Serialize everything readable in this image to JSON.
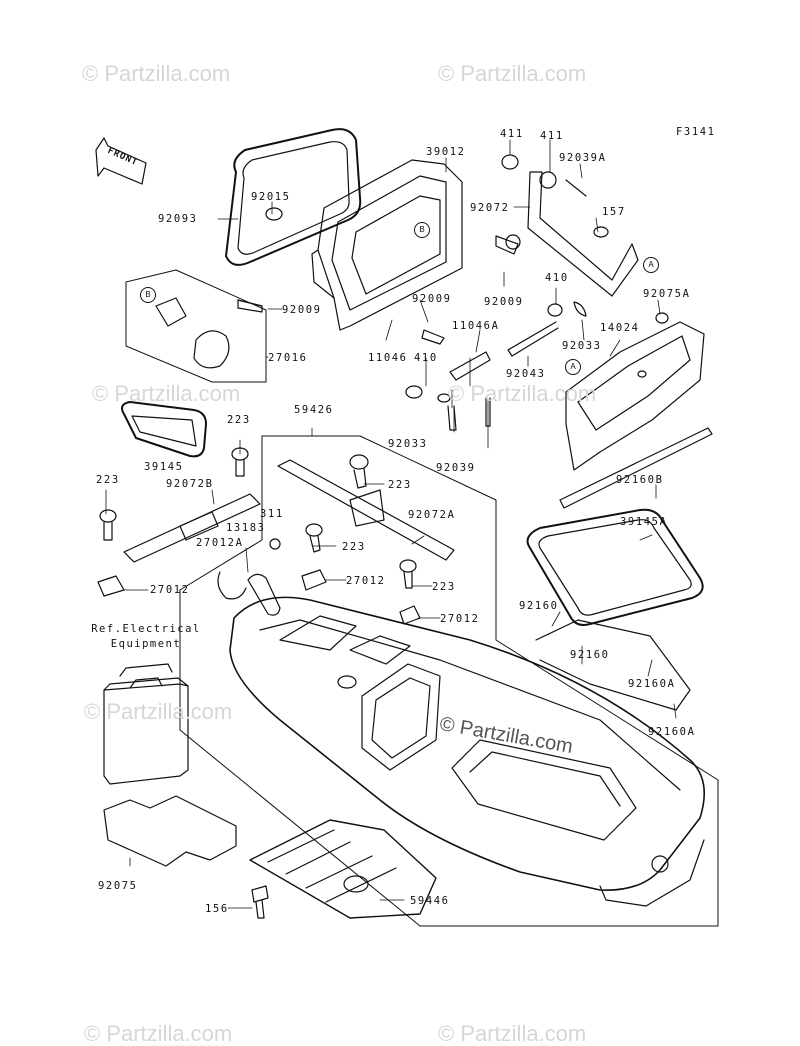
{
  "figure_code": "F3141",
  "front_label": "FRONT",
  "reference_note": "Ref.Electrical\nEquipment",
  "watermark_text": "© Partzilla.com",
  "callout_letters": [
    "A",
    "B"
  ],
  "part_labels": [
    {
      "id": "92093",
      "text": "92093"
    },
    {
      "id": "92015",
      "text": "92015"
    },
    {
      "id": "39012",
      "text": "39012"
    },
    {
      "id": "411a",
      "text": "411"
    },
    {
      "id": "411b",
      "text": "411"
    },
    {
      "id": "92039A",
      "text": "92039A"
    },
    {
      "id": "92072",
      "text": "92072"
    },
    {
      "id": "157",
      "text": "157"
    },
    {
      "id": "92009a",
      "text": "92009"
    },
    {
      "id": "92009b",
      "text": "92009"
    },
    {
      "id": "92009c",
      "text": "92009"
    },
    {
      "id": "27016",
      "text": "27016"
    },
    {
      "id": "11046A",
      "text": "11046A"
    },
    {
      "id": "11046",
      "text": "11046"
    },
    {
      "id": "410a",
      "text": "410"
    },
    {
      "id": "410b",
      "text": "410"
    },
    {
      "id": "92075A",
      "text": "92075A"
    },
    {
      "id": "92033a",
      "text": "92033"
    },
    {
      "id": "92033b",
      "text": "92033"
    },
    {
      "id": "14024",
      "text": "14024"
    },
    {
      "id": "92043",
      "text": "92043"
    },
    {
      "id": "92039",
      "text": "92039"
    },
    {
      "id": "223a",
      "text": "223"
    },
    {
      "id": "223b",
      "text": "223"
    },
    {
      "id": "223c",
      "text": "223"
    },
    {
      "id": "223d",
      "text": "223"
    },
    {
      "id": "223e",
      "text": "223"
    },
    {
      "id": "59426",
      "text": "59426"
    },
    {
      "id": "39145",
      "text": "39145"
    },
    {
      "id": "92072B",
      "text": "92072B"
    },
    {
      "id": "92160B",
      "text": "92160B"
    },
    {
      "id": "39145A",
      "text": "39145A"
    },
    {
      "id": "92072A",
      "text": "92072A"
    },
    {
      "id": "311",
      "text": "311"
    },
    {
      "id": "13183",
      "text": "13183"
    },
    {
      "id": "27012A",
      "text": "27012A"
    },
    {
      "id": "27012a",
      "text": "27012"
    },
    {
      "id": "27012b",
      "text": "27012"
    },
    {
      "id": "27012c",
      "text": "27012"
    },
    {
      "id": "92160a",
      "text": "92160"
    },
    {
      "id": "92160b",
      "text": "92160"
    },
    {
      "id": "92160Aa",
      "text": "92160A"
    },
    {
      "id": "92160Ab",
      "text": "92160A"
    },
    {
      "id": "92075",
      "text": "92075"
    },
    {
      "id": "156",
      "text": "156"
    },
    {
      "id": "59446",
      "text": "59446"
    }
  ]
}
